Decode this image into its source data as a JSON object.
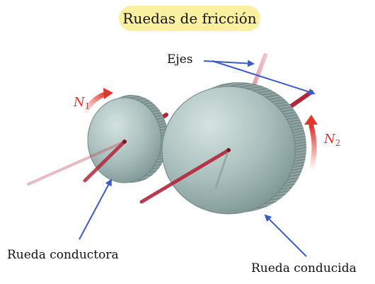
{
  "title": "Ruedas de fricción",
  "labels": {
    "ejes": "Ejes",
    "rueda_conductora": "Rueda conductora",
    "rueda_conducida": "Rueda conducida"
  },
  "speeds": {
    "n1_symbol": "N",
    "n1_sub": "1",
    "n2_symbol": "N",
    "n2_sub": "2"
  },
  "colors": {
    "title_badge": "#fbf0a0",
    "arrow_blue": "#3b5bc8",
    "arrow_red": "#e0362b",
    "axle": "#b3263a",
    "wheel_face": "#b8cdcb",
    "wheel_edge": "#7f9492"
  }
}
